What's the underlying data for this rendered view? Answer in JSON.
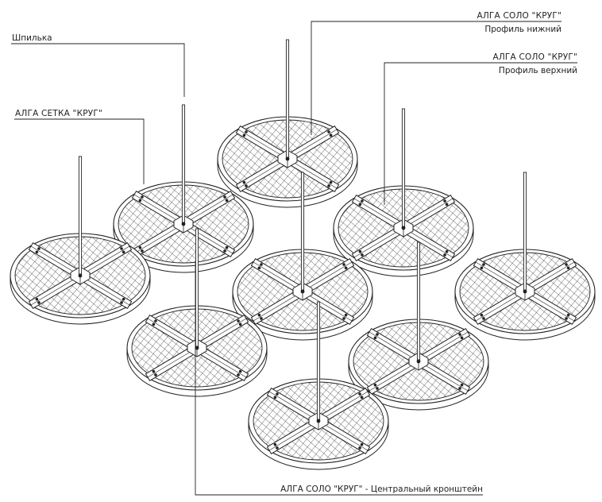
{
  "labels": {
    "stud": "Шпилька",
    "mesh_panel": "АЛГА СЕТКА \"КРУГ\"",
    "lower_profile_name": "АЛГА СОЛО \"КРУГ\"",
    "lower_profile_type": "Профиль нижний",
    "upper_profile_name": "АЛГА СОЛО \"КРУГ\"",
    "upper_profile_type": "Профиль верхний",
    "center_bracket": "АЛГА СОЛО \"КРУГ\" - Центральный кронштейн"
  },
  "colors": {
    "line": "#222222",
    "mesh": "#333333",
    "background": "#ffffff"
  }
}
